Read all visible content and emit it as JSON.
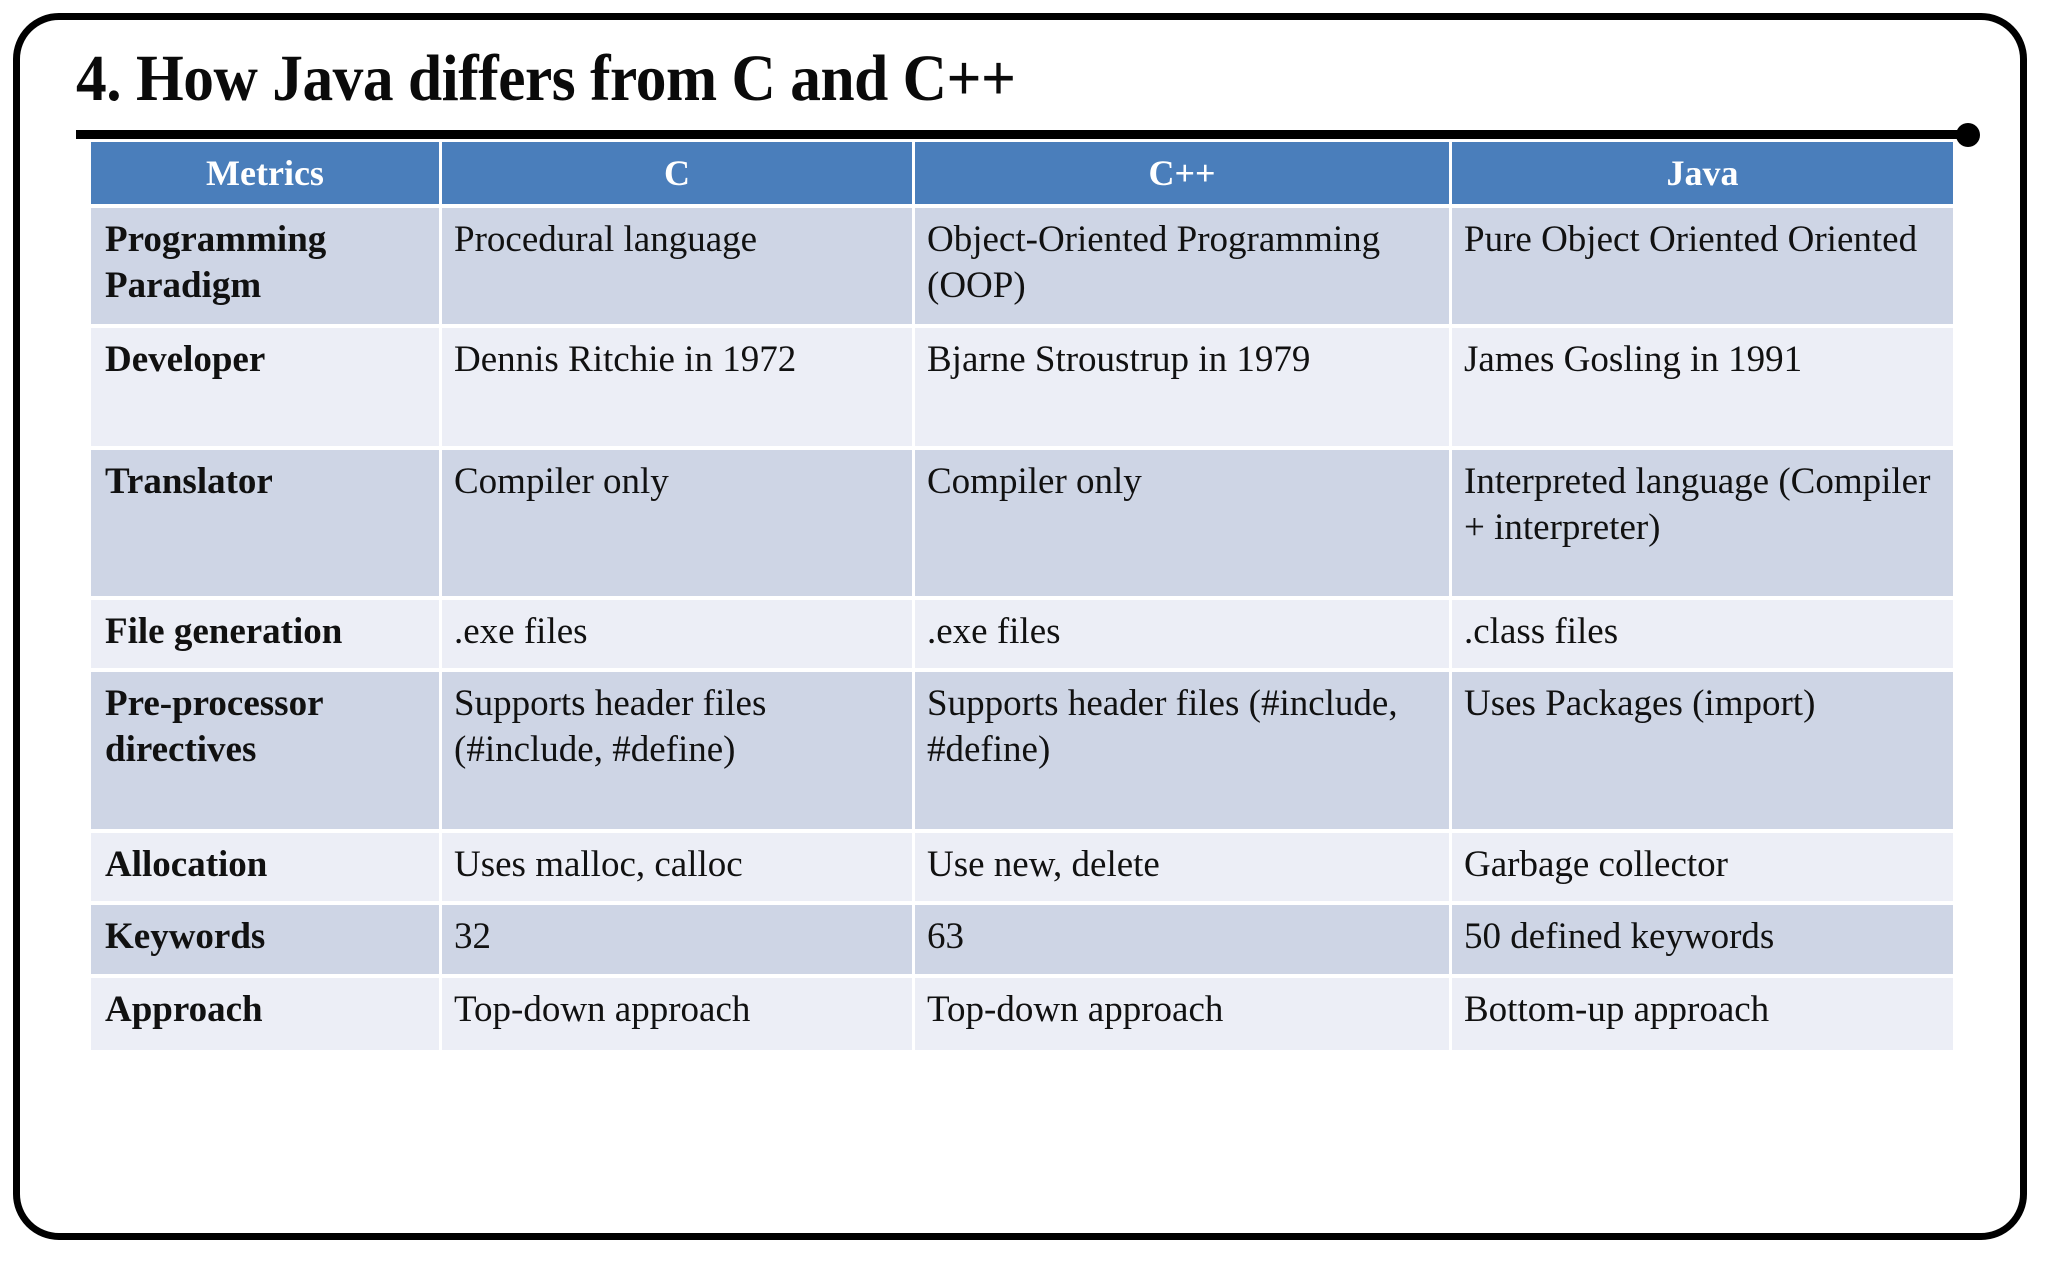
{
  "slide": {
    "title": "4. How Java differs from C and C++",
    "accent_color": "#4a7ebb",
    "row_dark_color": "#ced5e5",
    "row_light_color": "#eceef6",
    "rule_color": "#000000",
    "border_color": "#000000"
  },
  "table": {
    "headers": [
      "Metrics",
      "C",
      "C++",
      "Java"
    ],
    "rows": [
      {
        "metric": "Programming Paradigm",
        "c": "Procedural language",
        "cpp": "Object-Oriented Programming (OOP)",
        "java": "Pure Object Oriented Oriented"
      },
      {
        "metric": "Developer",
        "c": "Dennis Ritchie in 1972",
        "cpp": "Bjarne Stroustrup in 1979",
        "java": "James Gosling in 1991"
      },
      {
        "metric": "Translator",
        "c": "Compiler only",
        "cpp": "Compiler only",
        "java": "Interpreted language (Compiler + interpreter)"
      },
      {
        "metric": "File generation",
        "c": ".exe files",
        "cpp": ".exe files",
        "java": ".class files"
      },
      {
        "metric": "Pre-processor directives",
        "c": "Supports header files (#include, #define)",
        "cpp": "Supports header files (#include, #define)",
        "java": "Uses Packages (import)"
      },
      {
        "metric": "Allocation",
        "c": "Uses malloc, calloc",
        "cpp": "Use new, delete",
        "java": "Garbage collector"
      },
      {
        "metric": "Keywords",
        "c": "32",
        "cpp": "63",
        "java": "50 defined keywords"
      },
      {
        "metric": "Approach",
        "c": "Top-down approach",
        "cpp": "Top-down approach",
        "java": "Bottom-up approach"
      }
    ]
  }
}
